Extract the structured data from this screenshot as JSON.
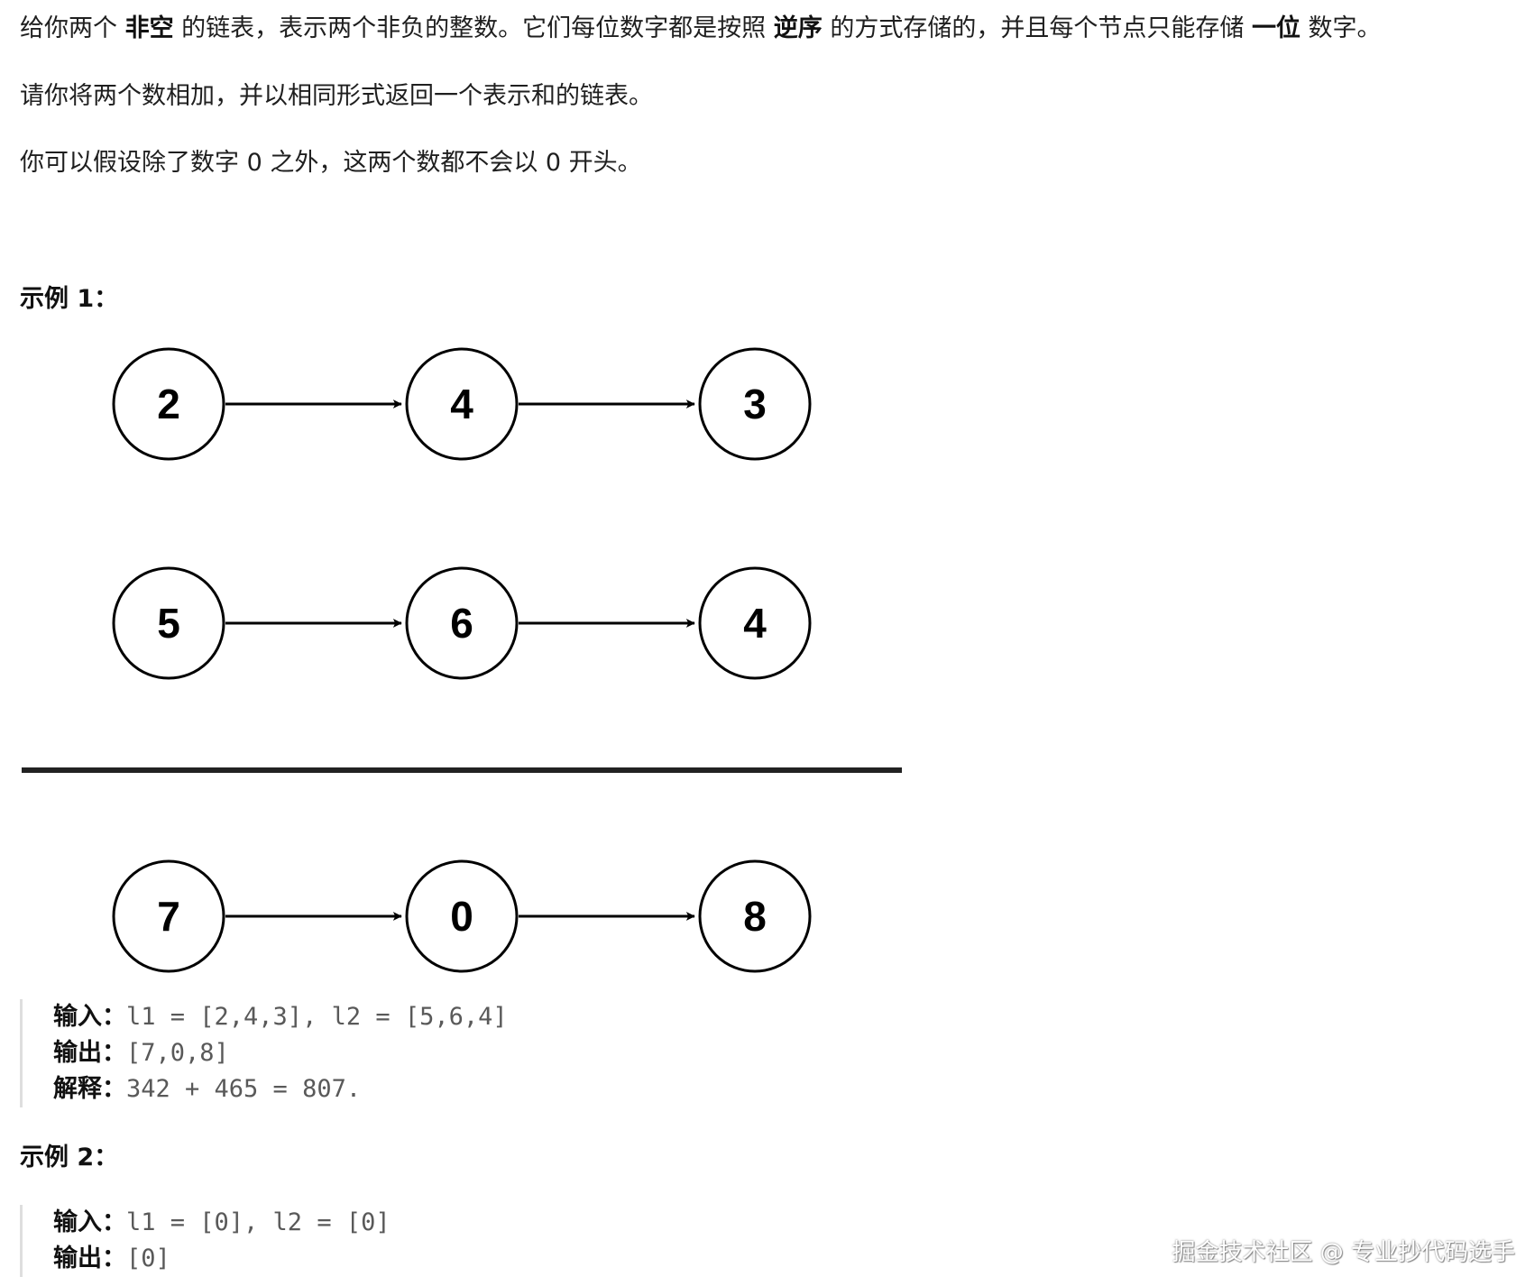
{
  "description": {
    "p1": {
      "t1": "给你两个 ",
      "b1": "非空",
      "t2": " 的链表，表示两个非负的整数。它们每位数字都是按照 ",
      "b2": "逆序",
      "t3": " 的方式存储的，并且每个节点只能存储 ",
      "b3": "一位",
      "t4": " 数字。"
    },
    "p2": "请你将两个数相加，并以相同形式返回一个表示和的链表。",
    "p3": "你可以假设除了数字 0 之外，这两个数都不会以 0 开头。"
  },
  "example1": {
    "heading": "示例 1：",
    "diagram": {
      "list1": [
        "2",
        "4",
        "3"
      ],
      "list2": [
        "5",
        "6",
        "4"
      ],
      "result": [
        "7",
        "0",
        "8"
      ]
    },
    "input_label": "输入：",
    "input_value": "l1 = [2,4,3], l2 = [5,6,4]",
    "output_label": "输出：",
    "output_value": "[7,0,8]",
    "explain_label": "解释：",
    "explain_value": "342 + 465 = 807."
  },
  "example2": {
    "heading": "示例 2：",
    "input_label": "输入：",
    "input_value": "l1 = [0], l2 = [0]",
    "output_label": "输出：",
    "output_value": "[0]"
  },
  "watermark": "掘金技术社区 @ 专业抄代码选手"
}
